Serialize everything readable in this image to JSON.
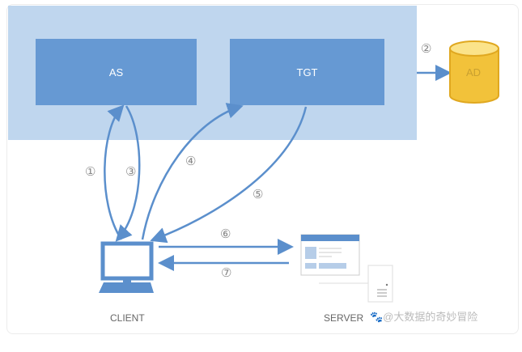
{
  "nodes": {
    "as": "AS",
    "tgt": "TGT",
    "ad": "AD",
    "client": "CLIENT",
    "server": "SERVER"
  },
  "steps": [
    "①",
    "②",
    "③",
    "④",
    "⑤",
    "⑥",
    "⑦"
  ],
  "watermark": "🐾@大数据的奇妙冒险",
  "colors": {
    "zone": "#bfd6ee",
    "box": "#6699d3",
    "arrow": "#5b8fcc",
    "db": "#f5c842"
  }
}
